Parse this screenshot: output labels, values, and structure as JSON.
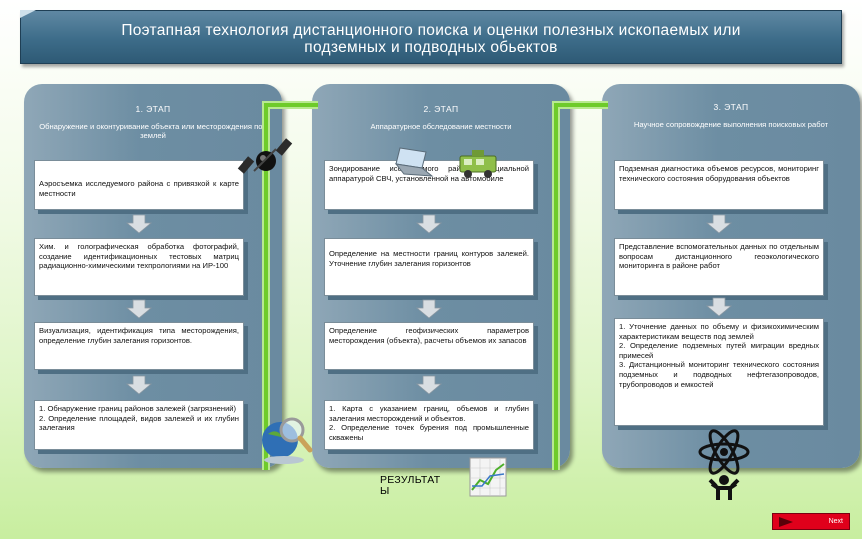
{
  "header": {
    "title_line1": "Поэтапная технология дистанционного поиска и оценки полезных ископаемых или",
    "title_line2": "подземных и подводных обьектов"
  },
  "columns": [
    {
      "title": "1. ЭТАП",
      "subtitle": "Обнаружение и оконтуривание объекта или месторождения под землей",
      "steps": [
        "Аэросъемка исследуемого района с привязкой к карте местности",
        "Хим. и голографическая обработка фотографий, создание идентификационных тестовых матриц радиационно-химическими техпрологиями на ИР-100",
        "Визуализация, идентификация типа месторождения, определение глубин залегания горизонтов.",
        "1. Обнаружение границ районов залежей (загрязнений)\n2. Определение площадей, видов залежей и их глубин залегания"
      ]
    },
    {
      "title": "2. ЭТАП",
      "subtitle": "Аппаратурное обследование местности",
      "steps": [
        "Зондирование исследуемого района специальной аппаратурой СВЧ, установленной на автомобиле",
        "Определение на местности границ контуров залежей. Уточнение глубин залегания горизонтов",
        "Определение геофизических параметров месторождения (объекта), расчеты объемов их запасов",
        "1. Карта с указанием границ, объемов и глубин залегания месторождений и объектов.\n2. Определение точек бурения под промышленные скважены"
      ]
    },
    {
      "title": "3. ЭТАП",
      "subtitle": "Научное сопровождение выполнения поисковых работ",
      "steps": [
        "Подземная диагностика объемов ресурсов, мониторинг технического состояния оборудования объектов",
        "Представление вспомогательных данных по отдельным вопросам дистанционного геоэкологического мониторинга в районе работ",
        "1. Уточнение данных по объему и физикохимическим характеристикам веществ под землей\n2. Определение подземных путей миграции вредных примесей\n3. Дистанционный мониторинг технического состояния подземных и подводных нефтегазопроводов, трубопроводов и емкостей"
      ]
    }
  ],
  "result_label": "РЕЗУЛЬТАТ\nЫ",
  "next_button": "Next",
  "colors": {
    "header_bg": "#3d6c89",
    "column_bg": "#6d8ea3",
    "step_shadow": "#4f6f84",
    "arrow_green": "#6ecb2a",
    "next_red": "#e0001b"
  },
  "icons": [
    "satellite-icon",
    "laptop-icon",
    "vehicle-icon",
    "globe-magnifier-icon",
    "chart-icon",
    "atom-person-icon",
    "next-arrow-icon"
  ]
}
